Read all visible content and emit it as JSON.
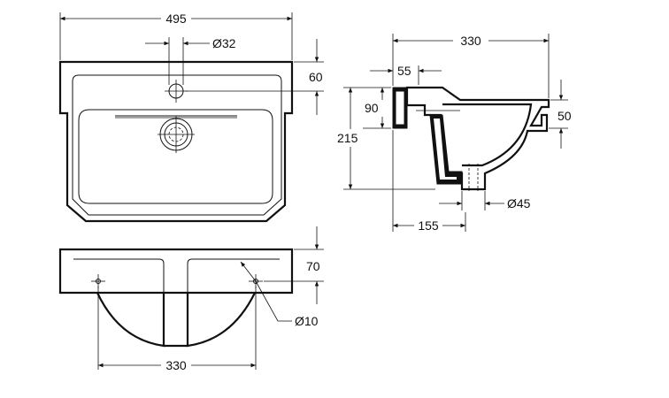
{
  "dimensions": {
    "overall_width": "495",
    "tap_hole_diameter": "Ø32",
    "tap_hole_offset": "60",
    "side_depth": "330",
    "overflow_offset": "55",
    "side_upper_height": "90",
    "side_total_height": "215",
    "rim_height": "50",
    "waste_diameter": "Ø45",
    "waste_offset": "155",
    "front_bowl_depth": "70",
    "fixing_hole_diameter": "Ø10",
    "fixing_centres": "330"
  }
}
